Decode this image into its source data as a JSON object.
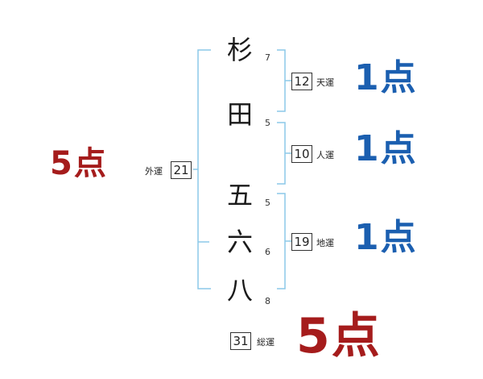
{
  "name_chars": [
    {
      "char": "杉",
      "strokes": "7"
    },
    {
      "char": "田",
      "strokes": "5"
    },
    {
      "char": "五",
      "strokes": "5"
    },
    {
      "char": "六",
      "strokes": "6"
    },
    {
      "char": "八",
      "strokes": "8"
    }
  ],
  "fortunes": {
    "tenkaku": {
      "label": "天運",
      "value": "12",
      "score": "1点"
    },
    "jinkaku": {
      "label": "人運",
      "value": "10",
      "score": "1点"
    },
    "chikaku": {
      "label": "地運",
      "value": "19",
      "score": "1点"
    },
    "gaikaku": {
      "label": "外運",
      "value": "21",
      "score": "5点"
    },
    "soukaku": {
      "label": "総運",
      "value": "31",
      "score": "5点"
    }
  },
  "colors": {
    "bracket": "#8cc8e8",
    "score_blue": "#1b5fb0",
    "score_red": "#a51c1c"
  }
}
